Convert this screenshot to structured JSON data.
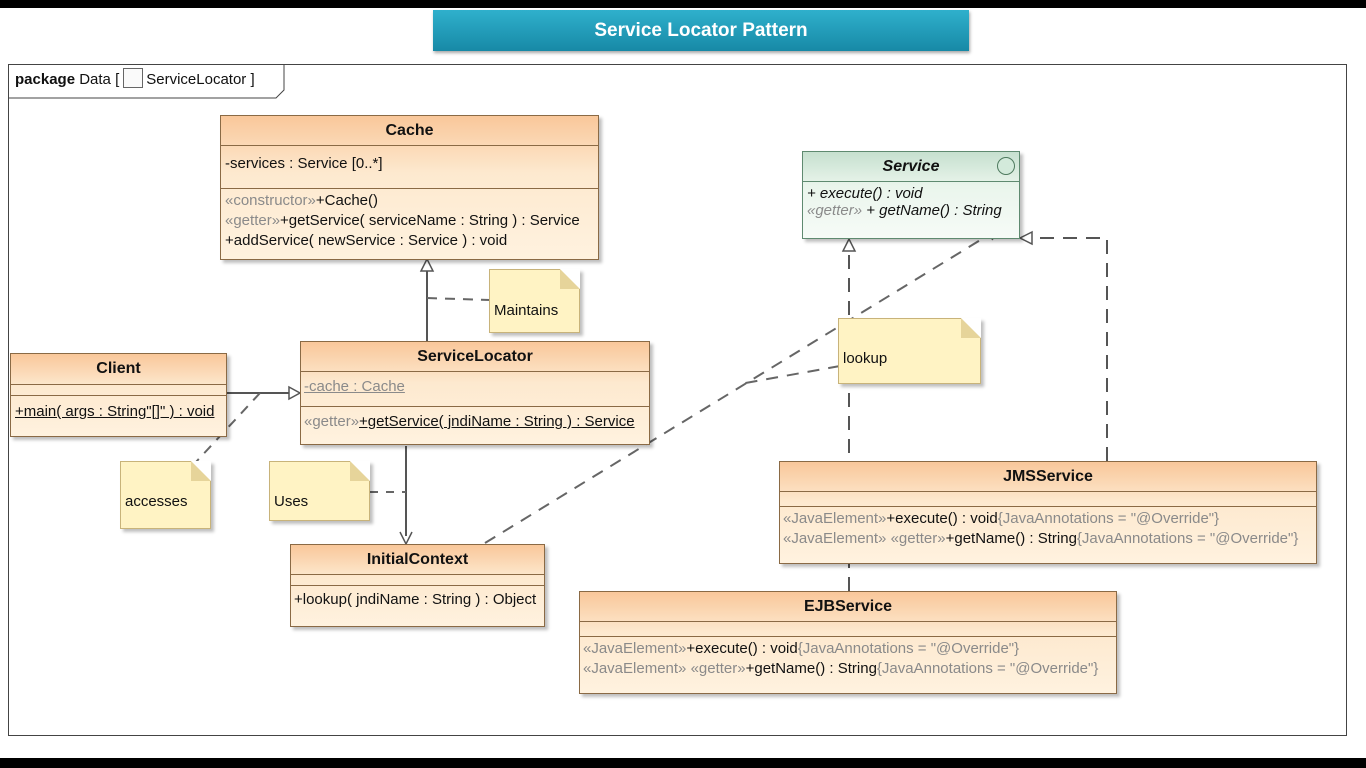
{
  "title": "Service Locator Pattern",
  "package": {
    "keyword": "package",
    "name": "Data",
    "diagram_name": "ServiceLocator"
  },
  "classes": {
    "cache": {
      "name": "Cache",
      "attributes": [
        "-services : Service [0..*]"
      ],
      "operations": [
        {
          "stereo": "«constructor»",
          "text": "+Cache()"
        },
        {
          "stereo": "«getter»",
          "text": "+getService( serviceName : String ) : Service"
        },
        {
          "stereo": "",
          "text": "+addService( newService : Service ) : void"
        }
      ]
    },
    "client": {
      "name": "Client",
      "operation": "+main( args : String\"[]\" ) : void"
    },
    "service_locator": {
      "name": "ServiceLocator",
      "attribute": "-cache : Cache",
      "op_stereo": "«getter»",
      "op_text": "+getService( jndiName : String ) : Service"
    },
    "initial_context": {
      "name": "InitialContext",
      "operation": "+lookup( jndiName : String ) : Object"
    },
    "service": {
      "name": "Service",
      "op1": "+ execute() : void",
      "op2_stereo": "«getter»",
      "op2_text": "+ getName() : String"
    },
    "jms_service": {
      "name": "JMSService",
      "op1_stereo": "«JavaElement»",
      "op1_text": "+execute() : void",
      "op1_tag": "{JavaAnnotations = \"@Override\"}",
      "op2_stereo": "«JavaElement» «getter»",
      "op2_text": "+getName() : String",
      "op2_tag": "{JavaAnnotations = \"@Override\"}"
    },
    "ejb_service": {
      "name": "EJBService",
      "op1_stereo": "«JavaElement»",
      "op1_text": "+execute() : void",
      "op1_tag": "{JavaAnnotations = \"@Override\"}",
      "op2_stereo": "«JavaElement» «getter»",
      "op2_text": "+getName() : String",
      "op2_tag": "{JavaAnnotations = \"@Override\"}"
    }
  },
  "notes": {
    "maintains": "Maintains",
    "lookup": "lookup",
    "accesses": "accesses",
    "uses": "Uses"
  }
}
